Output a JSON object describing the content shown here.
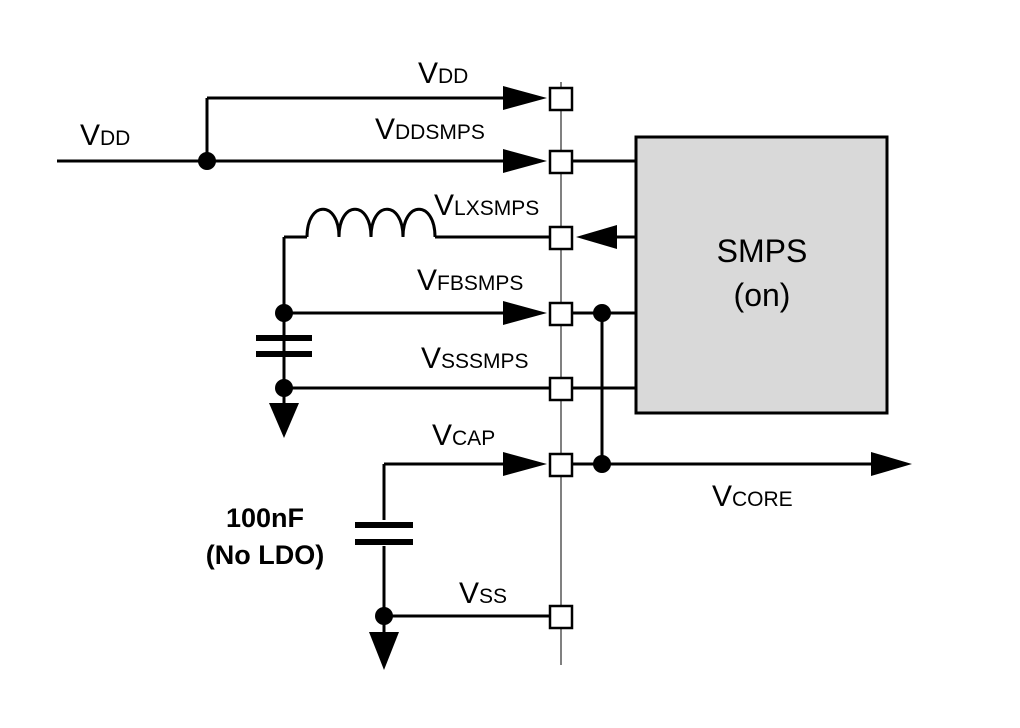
{
  "labels": {
    "vdd_left": {
      "main": "V",
      "sub": "DD"
    },
    "vdd_top": {
      "main": "V",
      "sub": "DD"
    },
    "vddsmps": {
      "main": "V",
      "sub": "DDSMPS"
    },
    "vlxsmps": {
      "main": "V",
      "sub": "LXSMPS"
    },
    "vfbsmps": {
      "main": "V",
      "sub": "FBSMPS"
    },
    "vsssmps": {
      "main": "V",
      "sub": "SSSMPS"
    },
    "vcap": {
      "main": "V",
      "sub": "CAP"
    },
    "vcore": {
      "main": "V",
      "sub": "CORE"
    },
    "vss": {
      "main": "V",
      "sub": "SS"
    }
  },
  "smps_block": {
    "line1": "SMPS",
    "line2": "(on)",
    "fill_color": "#d9d9d9"
  },
  "capacitor_note": {
    "line1": "100nF",
    "line2": "(No LDO)"
  }
}
